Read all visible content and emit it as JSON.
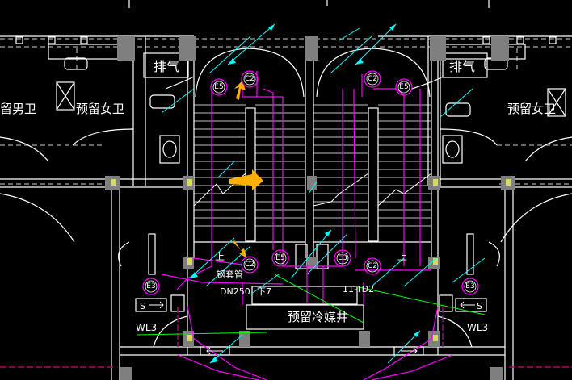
{
  "labels": {
    "exhaust_left": "排气",
    "exhaust_right": "排气",
    "mens_restroom": "留男卫",
    "womens_restroom_left": "预留女卫",
    "womens_restroom_right": "预留女卫",
    "steel_casing": "钢套管",
    "dn250": "DN250",
    "up_left": "上",
    "up_right": "上",
    "cooling_shaft": "预留冷媒井",
    "wl3_left": "WL3",
    "wl3_right": "WL3",
    "elevation_fragment_left": "下7",
    "elevation_fragment_right": "11-TD2",
    "s_left": "S",
    "s_right": "S"
  },
  "symbols": {
    "e5_top_left": "E5",
    "c2_top_left": "C2",
    "c2_top_right": "C2",
    "e5_top_right": "E5",
    "c2_bot_left": "C2",
    "e5_bot_mid_left": "E5",
    "e3_bot_mid_right": "E3",
    "c2_bot_right": "C2",
    "e3_left": "E3",
    "e3_right": "E3"
  },
  "colors": {
    "background": "#000000",
    "walls": "#ffffff",
    "columns": "#808080",
    "pipe": "#ff00ff",
    "pipe_dark": "#c0007a",
    "dimension": "#00ffff",
    "arrow": "#ffb000",
    "green_line": "#00ff00"
  }
}
